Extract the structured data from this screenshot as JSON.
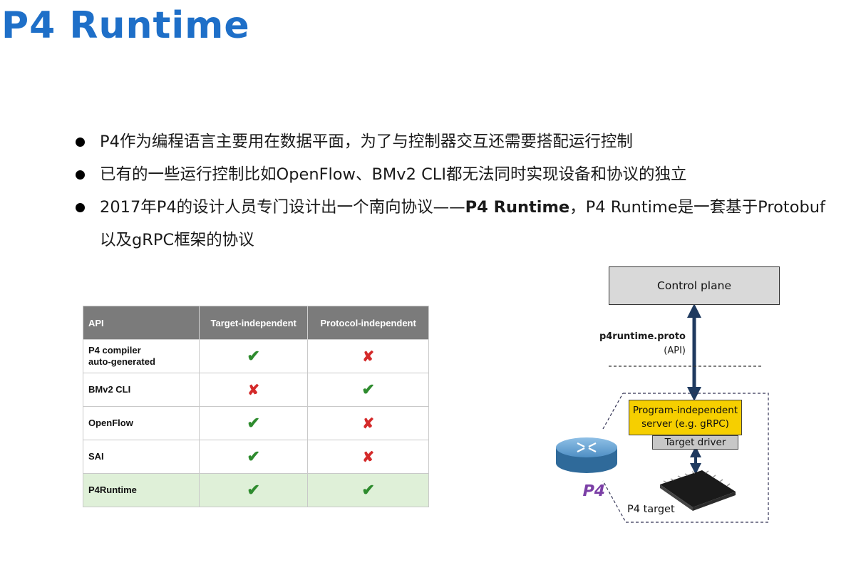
{
  "title": "P4 Runtime",
  "bullets": [
    {
      "text": "P4作为编程语言主要用在数据平面，为了与控制器交互还需要搭配运行控制"
    },
    {
      "text": "已有的一些运行控制比如OpenFlow、BMv2 CLI都无法同时实现设备和协议的独立"
    },
    {
      "pre": "2017年P4的设计人员专门设计出一个南向协议——",
      "bold": "P4 Runtime",
      "post": "，P4 Runtime是一套基于Protobuf以及gRPC框架的协议"
    }
  ],
  "table": {
    "headers": [
      "API",
      "Target-independent",
      "Protocol-independent"
    ],
    "rows": [
      {
        "name": "P4 compiler auto-generated",
        "target": "yes",
        "protocol": "no"
      },
      {
        "name": "BMv2 CLI",
        "target": "no",
        "protocol": "yes"
      },
      {
        "name": "OpenFlow",
        "target": "yes",
        "protocol": "no"
      },
      {
        "name": "SAI",
        "target": "yes",
        "protocol": "no"
      },
      {
        "name": "P4Runtime",
        "target": "yes",
        "protocol": "yes",
        "highlighted": true
      }
    ],
    "symbols": {
      "yes": "✔",
      "no": "✘"
    }
  },
  "diagram": {
    "control_plane": "Control plane",
    "proto_label": "p4runtime.proto",
    "api_label": "(API)",
    "server_line1": "Program-independent",
    "server_line2": "server (e.g. gRPC)",
    "driver": "Target driver",
    "target": "P4 target",
    "chip_logo": "P4"
  },
  "colors": {
    "title": "#1e6fc8",
    "server_box": "#f6cf00",
    "check": "#2e8b2e",
    "cross": "#d42a2a",
    "highlight_row": "#dff0d8",
    "router": "#3f7fb0"
  }
}
